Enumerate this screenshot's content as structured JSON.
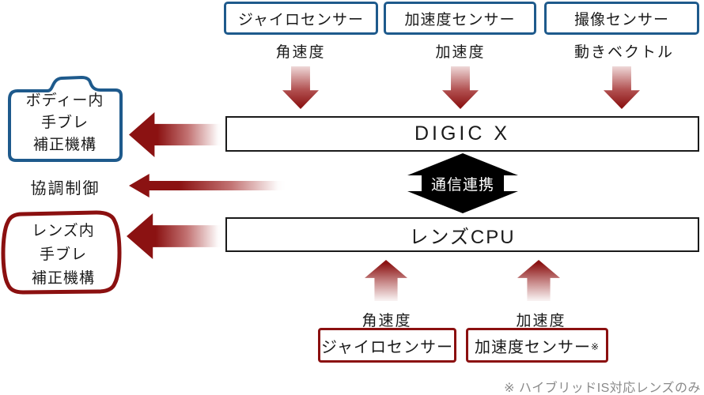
{
  "colors": {
    "sensor_blue": "#1e5a8c",
    "arrow_red": "#8b1212",
    "box_red": "#8b1010",
    "outline_black": "#1a1a1a",
    "footnote_gray": "#8a8a8a"
  },
  "top_sensors": [
    {
      "label": "ジャイロセンサー",
      "signal": "角速度"
    },
    {
      "label": "加速度センサー",
      "signal": "加速度"
    },
    {
      "label": "撮像センサー",
      "signal": "動きベクトル"
    }
  ],
  "processor": {
    "label": "DIGIC X"
  },
  "comm_link": {
    "label": "通信連携"
  },
  "lens_cpu": {
    "label": "レンズCPU"
  },
  "body_stabilizer": {
    "line1": "ボディー内",
    "line2": "手ブレ",
    "line3": "補正機構"
  },
  "coordination": {
    "label": "協調制御"
  },
  "lens_stabilizer": {
    "line1": "レンズ内",
    "line2": "手ブレ",
    "line3": "補正機構"
  },
  "bottom_sensors": [
    {
      "signal": "角速度",
      "label": "ジャイロセンサー",
      "mark": ""
    },
    {
      "signal": "加速度",
      "label": "加速度センサー",
      "mark": "※"
    }
  ],
  "footnote": {
    "text": "※ ハイブリッドIS対応レンズのみ"
  }
}
